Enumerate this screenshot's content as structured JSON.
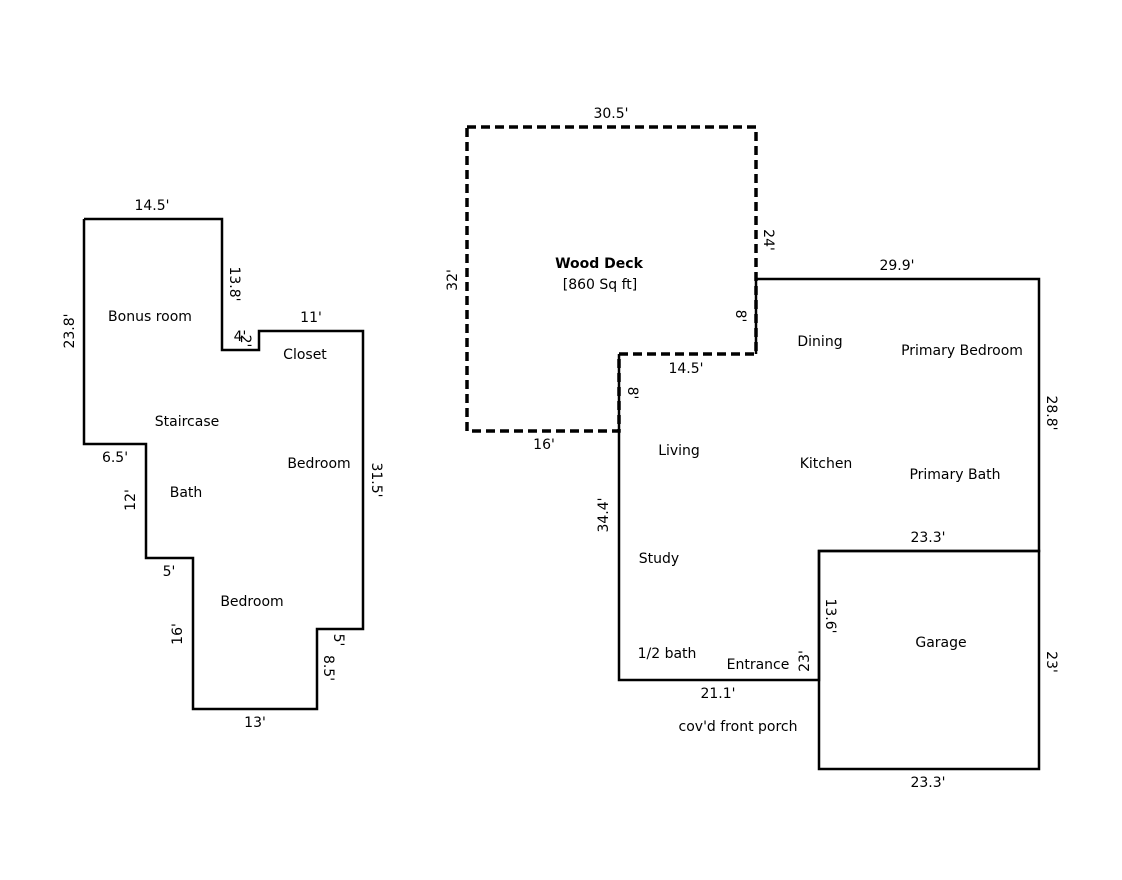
{
  "upper_floor": {
    "rooms": {
      "bonus_room": "Bonus room",
      "closet": "Closet",
      "staircase": "Staircase",
      "bedroom_right": "Bedroom",
      "bath": "Bath",
      "bedroom_bottom": "Bedroom"
    },
    "dimensions": {
      "top": "14.5'",
      "left": "23.8'",
      "inner_drop": "13.8'",
      "step_width": "4'",
      "step_height": "2'",
      "closet_top": "11'",
      "right": "31.5'",
      "step_left_1": "6.5'",
      "wall_left_2": "12'",
      "step_left_2": "5'",
      "wall_left_3": "16'",
      "bottom": "13'",
      "notch_right": "5'",
      "notch_drop": "8.5'"
    }
  },
  "main_floor": {
    "deck": {
      "title": "Wood Deck",
      "area": "[860 Sq ft]",
      "top": "30.5'",
      "left": "32'",
      "right_upper": "24'",
      "right_lower": "8'",
      "inner": "14.5'",
      "inner_drop": "8'",
      "bottom": "16'"
    },
    "rooms": {
      "dining": "Dining",
      "primary_bedroom": "Primary Bedroom",
      "living": "Living",
      "kitchen": "Kitchen",
      "primary_bath": "Primary Bath",
      "study": "Study",
      "half_bath": "1/2 bath",
      "entrance": "Entrance",
      "porch": "cov'd front porch",
      "garage": "Garage"
    },
    "dimensions": {
      "top": "29.9'",
      "right": "28.8'",
      "left": "34.4'",
      "bottom": "21.1'",
      "entrance_wall": "23'",
      "garage_top": "23.3'",
      "garage_left": "13.6'",
      "garage_right": "23'",
      "garage_bottom": "23.3'"
    }
  }
}
